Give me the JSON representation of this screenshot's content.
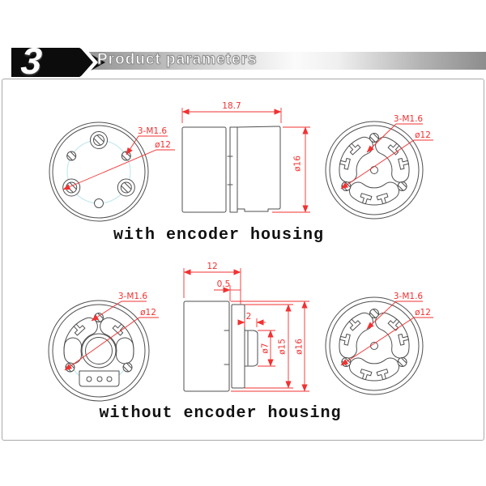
{
  "header": {
    "section_number": "3",
    "title": "Product parameters"
  },
  "views": {
    "with_caption": "with encoder housing",
    "without_caption": "without encoder housing"
  },
  "dimensions": {
    "thread_callout": "3-M1.6",
    "bolt_circle_dia": "ø12",
    "total_length_with": "18.7",
    "body_dia": "ø16",
    "total_length_without": "12",
    "step_length": "0.5",
    "shaft_length": "2",
    "shaft_dia": "ø7",
    "plate_dia": "ø15"
  },
  "colors": {
    "dimension_red": "#f23131",
    "line_gray": "#4f4f4f",
    "bolt_circle_cyan": "#c3e9ee",
    "banner_black": "#0c0c0c"
  }
}
